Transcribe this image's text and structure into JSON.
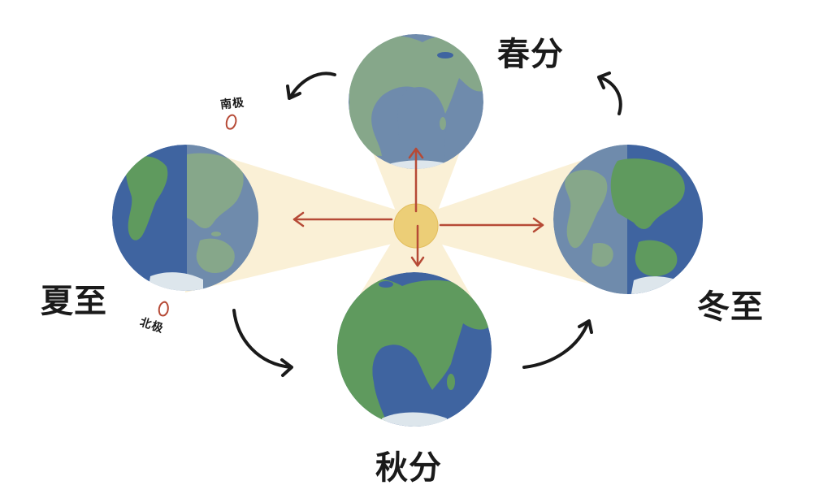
{
  "labels": {
    "spring": "春分",
    "summer": "夏至",
    "autumn": "秋分",
    "winter": "冬至",
    "south_pole": "南极",
    "north_pole": "北极"
  },
  "colors": {
    "ocean": "#3f64a0",
    "ocean_shadow": "#6f8bac",
    "land": "#5f9a5e",
    "land_shadow": "#86a78a",
    "ice": "#dde6ec",
    "sun": "#ecce77",
    "sun_rays": "#faf0d6",
    "arrow": "#b64a36",
    "orbit_arrow": "#1a1a1a",
    "text": "#1a1a1a"
  },
  "icons": [
    "sun-icon",
    "earth-spring-icon",
    "earth-summer-icon",
    "earth-autumn-icon",
    "earth-winter-icon",
    "south-pole-marker-icon",
    "north-pole-marker-icon"
  ]
}
